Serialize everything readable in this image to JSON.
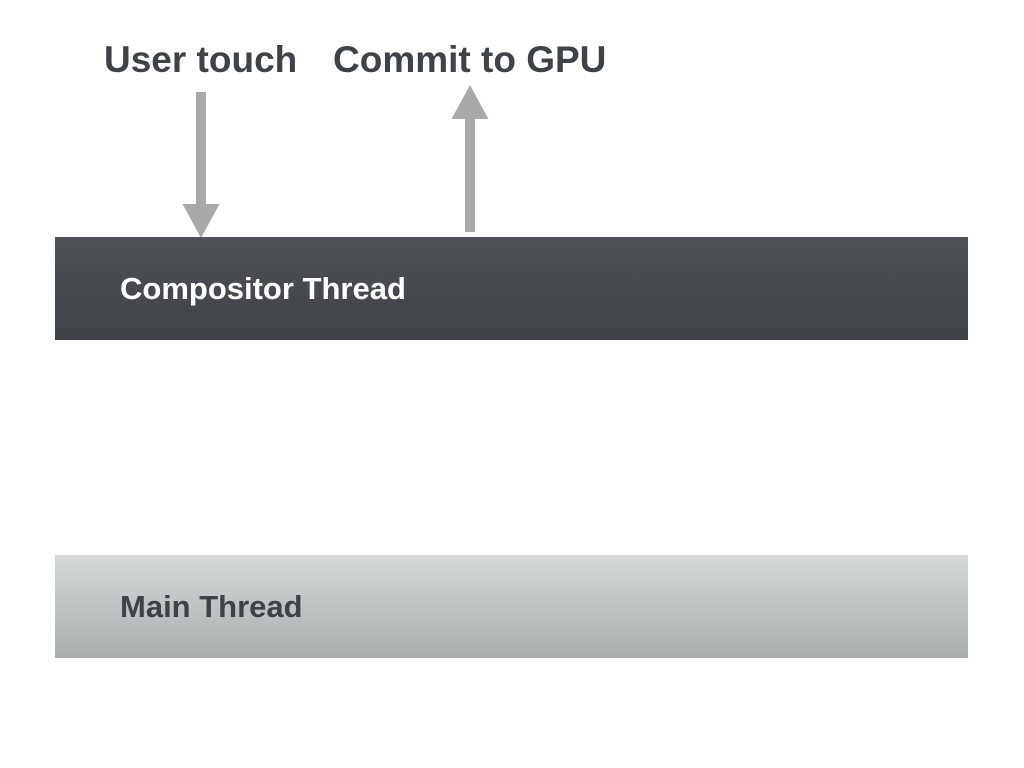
{
  "annotations": {
    "user_touch": {
      "label": "User touch",
      "arrow_direction": "down"
    },
    "commit_to_gpu": {
      "label": "Commit to GPU",
      "arrow_direction": "up"
    }
  },
  "lanes": {
    "compositor": {
      "label": "Compositor Thread"
    },
    "main": {
      "label": "Main Thread"
    }
  },
  "colors": {
    "background": "#ffffff",
    "annotation-text": "#3f4347",
    "arrow": "#a9a9a9",
    "compositor-top": "#4e5257",
    "compositor-bottom": "#3f4347",
    "compositor-text": "#ffffff",
    "main-top": "#d6d9d9",
    "main-bottom": "#a9adad",
    "main-text": "#3e4347"
  }
}
